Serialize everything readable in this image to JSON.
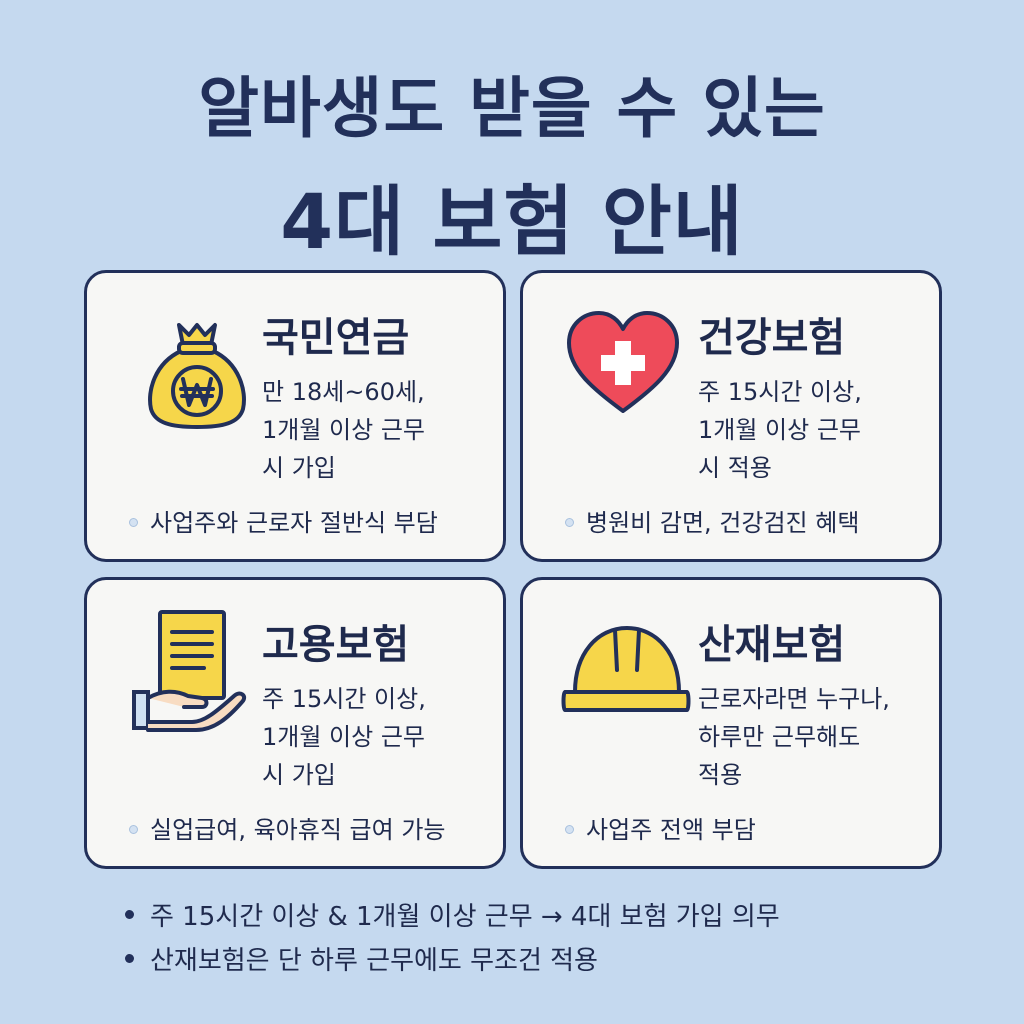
{
  "title": {
    "line1": "알바생도 받을 수 있는",
    "line2": "4대 보험 안내"
  },
  "cards": [
    {
      "title": "국민연금",
      "icon": "money-bag-icon",
      "desc": [
        "만 18세~60세,",
        "1개월 이상 근무",
        "시 가입"
      ],
      "note": "사업주와 근로자 절반식 부담"
    },
    {
      "title": "건강보험",
      "icon": "heart-cross-icon",
      "desc": [
        "주 15시간 이상,",
        "1개월 이상 근무",
        "시 적용"
      ],
      "note": "병원비 감면, 건강검진 혜택"
    },
    {
      "title": "고용보험",
      "icon": "document-hand-icon",
      "desc": [
        "주 15시간 이상,",
        "1개월 이상 근무",
        "시 가입"
      ],
      "note": "실업급여, 육아휴직 급여 가능"
    },
    {
      "title": "산재보험",
      "icon": "hard-hat-icon",
      "desc": [
        "근로자라면 누구나,",
        "하루만 근무해도",
        "적용"
      ],
      "note": "사업주 전액 부담"
    }
  ],
  "footer": [
    "주 15시간 이상 & 1개월 이상 근무 → 4대 보험 가입 의무",
    "산재보험은 단 하루 근무에도 무조건 적용"
  ],
  "colors": {
    "background": "#c5d9ef",
    "navy": "#22305a",
    "card": "#f7f7f5",
    "yellow": "#f6d64a",
    "red": "#ee4b5a"
  }
}
